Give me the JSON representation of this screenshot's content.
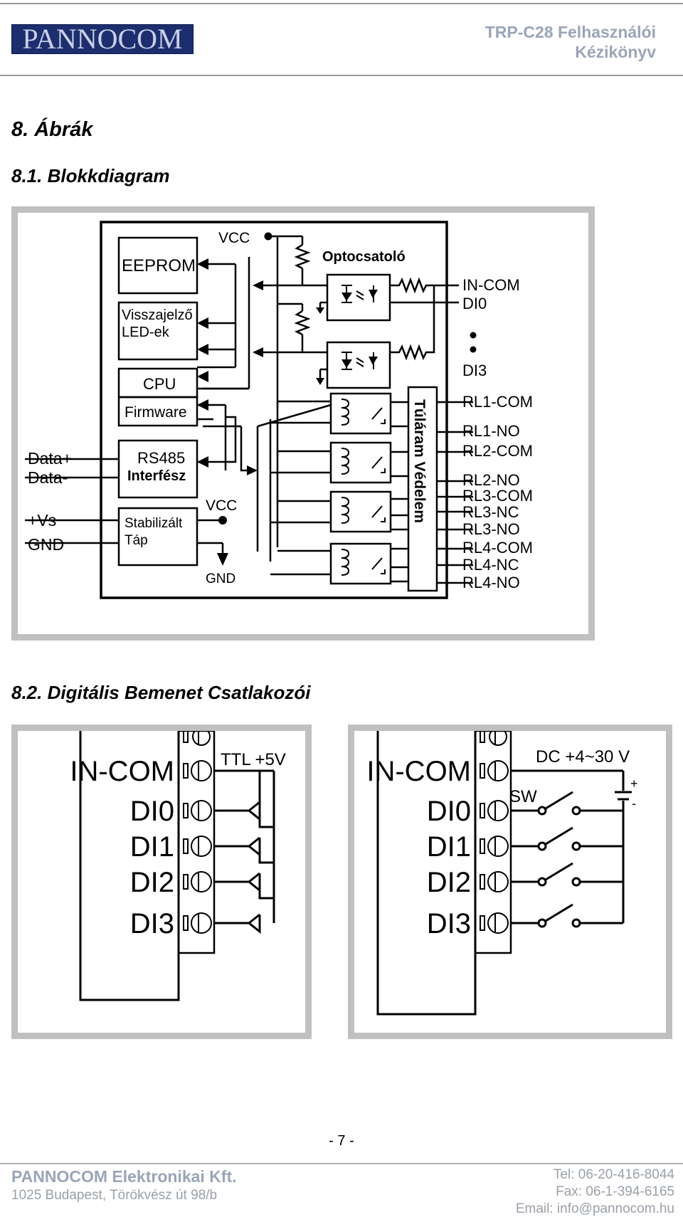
{
  "header": {
    "logo_text": "PANNOCOM",
    "doc_title_line1": "TRP-C28 Felhasználói",
    "doc_title_line2": "Kézikönyv"
  },
  "section": {
    "title": "8. Ábrák"
  },
  "subsection1": {
    "title": "8.1. Blokkdiagram"
  },
  "block_diagram": {
    "blocks": {
      "eeprom": "EEPROM",
      "led_line1": "Visszajelző",
      "led_line2": "LED-ek",
      "cpu": "CPU",
      "firmware": "Firmware",
      "rs485_line1": "RS485",
      "rs485_line2": "Interfész",
      "psu_line1": "Stabilizált",
      "psu_line2": "Táp",
      "overcurrent": "Túláram Védelem",
      "optocoupler": "Optocsatoló"
    },
    "left_pins": [
      "Data+",
      "Data-",
      "+Vs",
      "GND"
    ],
    "vcc_top": "VCC",
    "vcc_psu": "VCC",
    "gnd_psu": "GND",
    "right_pins": [
      "IN-COM",
      "DI0",
      "DI3",
      "RL1-COM",
      "RL1-NO",
      "RL2-COM",
      "RL2-NO",
      "RL3-COM",
      "RL3-NC",
      "RL3-NO",
      "RL4-COM",
      "RL4-NC",
      "RL4-NO"
    ]
  },
  "subsection2": {
    "title": "8.2. Digitális Bemenet Csatlakozói"
  },
  "digital_input_left": {
    "terminals": [
      "IN-COM",
      "DI0",
      "DI1",
      "DI2",
      "DI3"
    ],
    "source_label": "TTL +5V"
  },
  "digital_input_right": {
    "terminals": [
      "IN-COM",
      "DI0",
      "DI1",
      "DI2",
      "DI3"
    ],
    "supply_label": "DC +4~30 V",
    "switch_label": "SW",
    "plus": "+",
    "minus": "-"
  },
  "footer": {
    "page_number": "- 7 -",
    "company": "PANNOCOM Elektronikai Kft.",
    "address": "1025 Budapest, Törökvész út 98/b",
    "tel": "Tel: 06-20-416-8044",
    "fax": "Fax: 06-1-394-6165",
    "email": "Email: info@pannocom.hu"
  }
}
